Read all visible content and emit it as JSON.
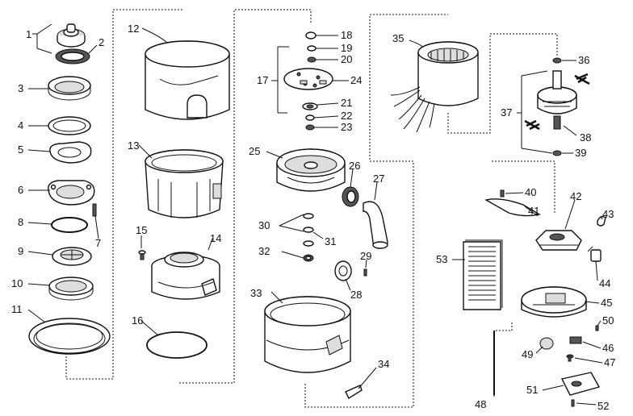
{
  "diagram": {
    "part_numbers": [
      "1",
      "2",
      "3",
      "4",
      "5",
      "6",
      "7",
      "8",
      "9",
      "10",
      "11",
      "12",
      "13",
      "14",
      "15",
      "16",
      "17",
      "18",
      "19",
      "20",
      "21",
      "22",
      "23",
      "24",
      "25",
      "26",
      "27",
      "28",
      "29",
      "30",
      "31",
      "32",
      "33",
      "34",
      "35",
      "36",
      "37",
      "38",
      "39",
      "40",
      "41",
      "42",
      "43",
      "44",
      "45",
      "46",
      "47",
      "48",
      "49",
      "50",
      "51",
      "52",
      "53"
    ]
  },
  "colors": {
    "ink": "#111111",
    "paper": "#ffffff",
    "shade": "#dddddd"
  }
}
